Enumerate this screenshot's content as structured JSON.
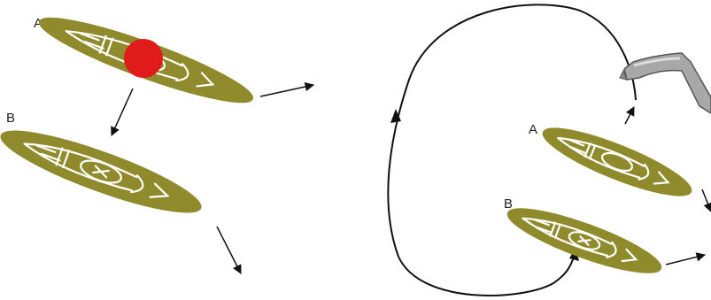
{
  "colors": {
    "cell_fill": "#8f8a2b",
    "cell_pattern": "#ffffff",
    "marker": "#e11a1a",
    "arrow": "#111111",
    "tool_fill": "#a8a8a8",
    "tool_stroke": "#555555"
  },
  "left_panel": {
    "cell_a_label": "A",
    "cell_b_label": "B"
  },
  "right_panel": {
    "cell_a_label": "A",
    "cell_b_label": "B"
  }
}
